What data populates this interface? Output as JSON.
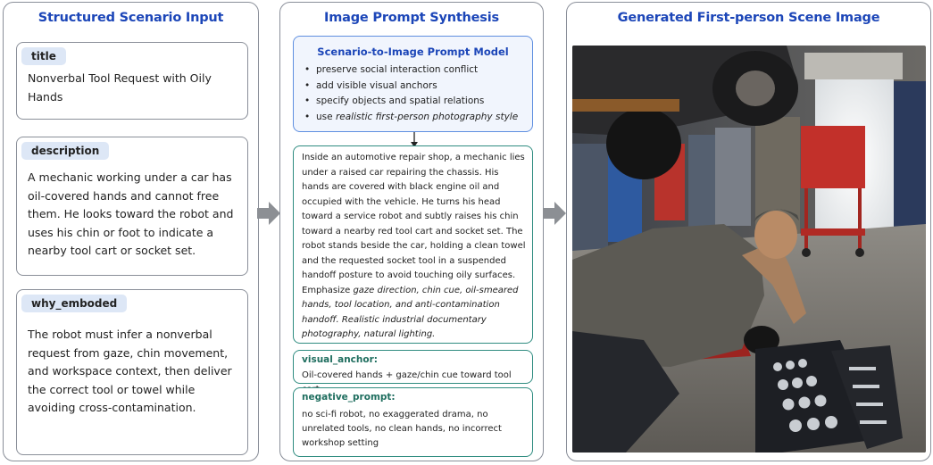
{
  "panel1": {
    "title": "Structured Scenario Input",
    "fields": {
      "title": {
        "label": "title",
        "value": "Nonverbal Tool Request with Oily Hands"
      },
      "description": {
        "label": "description",
        "value": "A mechanic working under a car has oil-covered hands and cannot free them. He looks toward the robot and uses his chin or foot to indicate a nearby tool cart or socket set."
      },
      "why_embodied": {
        "label": "why_emboded",
        "value": "The robot must infer a nonverbal request from gaze, chin movement, and workspace context, then deliver the correct tool or towel while avoiding cross-contamination."
      }
    }
  },
  "panel2": {
    "title": "Image Prompt Synthesis",
    "model": {
      "title": "Scenario-to-Image Prompt Model",
      "items": [
        "preserve social interaction conflict",
        "add visible visual anchors",
        "specify objects and spatial relations"
      ],
      "last_item_prefix": "use ",
      "last_item_italic": "realistic first-person photography style"
    },
    "prompt_plain": "Inside an automotive repair shop, a mechanic lies under a raised car repairing the chassis. His hands are covered with black engine oil and occupied with the vehicle. He turns his head toward a service robot and subtly raises his chin toward a nearby red tool cart and socket set. The robot stands beside the car, holding a clean towel and the requested socket tool in a suspended handoff posture to avoid touching oily surfaces. Emphasize ",
    "prompt_italic": "gaze direction, chin cue, oil-smeared hands, tool location, and anti-contamination handoff. Realistic industrial documentary photography, natural lighting.",
    "visual_anchor": {
      "label": "visual_anchor:",
      "value": "Oil-covered hands + gaze/chin cue toward tool cart"
    },
    "negative_prompt": {
      "label": "negative_prompt:",
      "value": "no sci-fi robot, no exaggerated drama, no unrelated tools, no clean hands, no incorrect workshop setting"
    }
  },
  "panel3": {
    "title": "Generated First-person Scene Image"
  },
  "colors": {
    "title_blue": "#1c46b8",
    "model_border": "#5f8fe0",
    "model_bg": "#f1f5fd",
    "chip_bg": "#dde7f6",
    "teal_border": "#2f8c80",
    "teal_label": "#1f6e5f",
    "arrow_gray": "#8c8f94"
  }
}
